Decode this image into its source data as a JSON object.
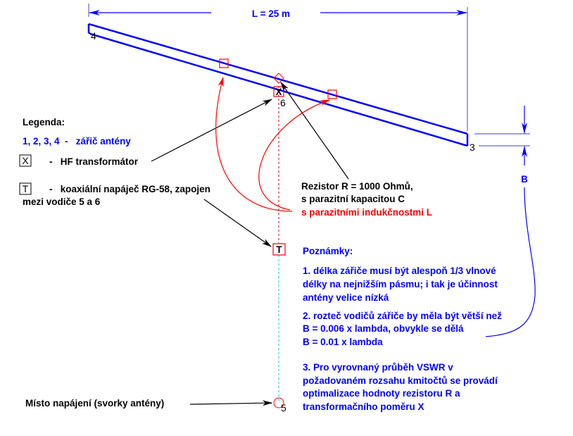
{
  "colors": {
    "antenna": "#0000ff",
    "dimension": "#0000ff",
    "red": "#ff0000",
    "cyan": "#00c8e0",
    "text": "#000000"
  },
  "dimension_L": "L = 25 m",
  "dimension_B": "B",
  "node_labels": {
    "n3": "3",
    "n4": "4",
    "n5": "5",
    "n6": "6"
  },
  "legend": {
    "title": "Legenda:",
    "radiator": "1, 2, 3, 4  -   zářič antény",
    "x_symbol": "X",
    "x_desc": "-   HF transformátor",
    "t_symbol": "T",
    "t_desc_line1": "-   koaxiální napáječ RG-58, zapojen",
    "t_desc_line2": "mezi vodiče 5 a 6"
  },
  "resistor": {
    "line1": "Rezistor R = 1000 Ohmů,",
    "line2": "s parazitní kapacitou C",
    "line3": "s parazitními indukčnostmi L"
  },
  "notes": {
    "title": "Poznámky:",
    "n1": [
      "1. délka zářiče musí být alespoň 1/3 vlnové",
      "délky na nejnižším pásmu; i tak je účinnost",
      "antény velice nízká"
    ],
    "n2": [
      "2. rozteč vodičů zářiče by měla být větší než",
      "B = 0.006 x lambda, obvykle se dělá",
      "B = 0.01 x lambda"
    ],
    "n3": [
      "3. Pro vyrovnaný průběh VSWR v",
      "požadovaném rozsahu kmitočtů se provádí",
      "optimalizace hodnoty rezistoru R a",
      "transformačního poměru X"
    ]
  },
  "feed_point": "Místo napájení (svorky antény)"
}
